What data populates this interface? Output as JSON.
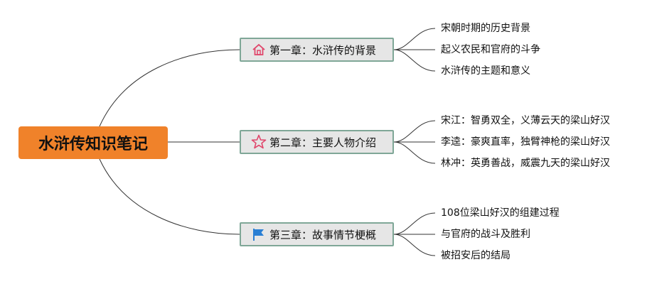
{
  "root": {
    "title": "水浒传知识笔记"
  },
  "chapters": [
    {
      "label": "第一章：水浒传的背景",
      "icon": "home-icon",
      "items": [
        "宋朝时期的历史背景",
        "起义农民和官府的斗争",
        "水浒传的主题和意义"
      ]
    },
    {
      "label": "第二章：主要人物介绍",
      "icon": "star-icon",
      "items": [
        "宋江：智勇双全，义薄云天的梁山好汉",
        "李逵：豪爽直率，独臂神枪的梁山好汉",
        "林冲：英勇善战，威震九天的梁山好汉"
      ]
    },
    {
      "label": "第三章：故事情节梗概",
      "icon": "flag-icon",
      "items": [
        "108位梁山好汉的组建过程",
        "与官府的战斗及胜利",
        "被招安后的结局"
      ]
    }
  ],
  "colors": {
    "root_fill": "#f0822a",
    "chapter_fill": "#e6e6e6",
    "chapter_border": "#7fa797",
    "line": "#333333"
  }
}
